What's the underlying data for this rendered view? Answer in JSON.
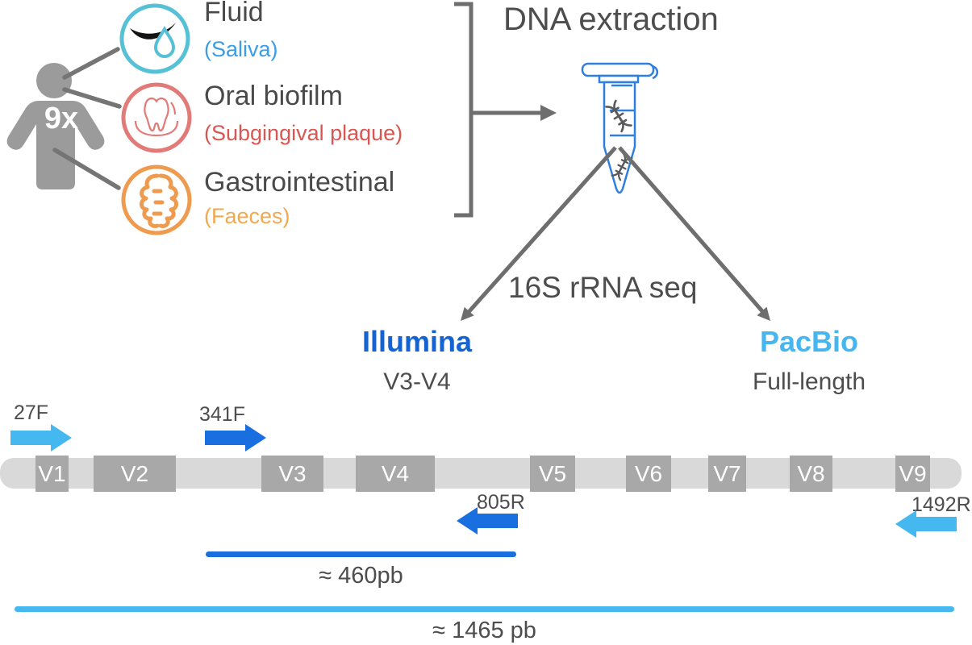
{
  "subject": {
    "count": "9x"
  },
  "samples": [
    {
      "type": "Fluid",
      "source": "(Saliva)",
      "icon": "saliva-icon",
      "accent": "#56c1d6",
      "source_color": "#3b9de4"
    },
    {
      "type": "Oral biofilm",
      "source": "(Subgingival plaque)",
      "icon": "tooth-icon",
      "accent": "#e27a78",
      "source_color": "#d95752"
    },
    {
      "type": "Gastrointestinal",
      "source": "(Faeces)",
      "icon": "intestine-icon",
      "accent": "#ef9b4f",
      "source_color": "#f2a94e"
    }
  ],
  "workflow": {
    "extraction_title": "DNA extraction",
    "sequencing_label": "16S rRNA seq",
    "platforms": [
      {
        "name": "Illumina",
        "region": "V3-V4",
        "color": "#1463d2"
      },
      {
        "name": "PacBio",
        "region": "Full-length",
        "color": "#45b6f0"
      }
    ]
  },
  "gene_map": {
    "regions": [
      "V1",
      "V2",
      "V3",
      "V4",
      "V5",
      "V6",
      "V7",
      "V8",
      "V9"
    ],
    "primers": [
      {
        "name": "27F",
        "direction": "forward",
        "color": "#45b8f0"
      },
      {
        "name": "341F",
        "direction": "forward",
        "color": "#1a6fe0"
      },
      {
        "name": "805R",
        "direction": "reverse",
        "color": "#1a6fe0"
      },
      {
        "name": "1492R",
        "direction": "reverse",
        "color": "#45b8f0"
      }
    ],
    "amplicons": [
      {
        "label": "≈ 460pb",
        "platform": "Illumina",
        "color": "#1a6fe0"
      },
      {
        "label": "≈ 1465 pb",
        "platform": "PacBio",
        "color": "#45b8f0"
      }
    ]
  },
  "colors": {
    "heading_gray": "#4d4d4d",
    "person_gray": "#9b9b9b",
    "connector_gray": "#6e6e6e",
    "bar_light_gray": "#d9d9d9",
    "region_box_gray": "#a8a8a8",
    "tube_blue": "#2f7fe0"
  }
}
